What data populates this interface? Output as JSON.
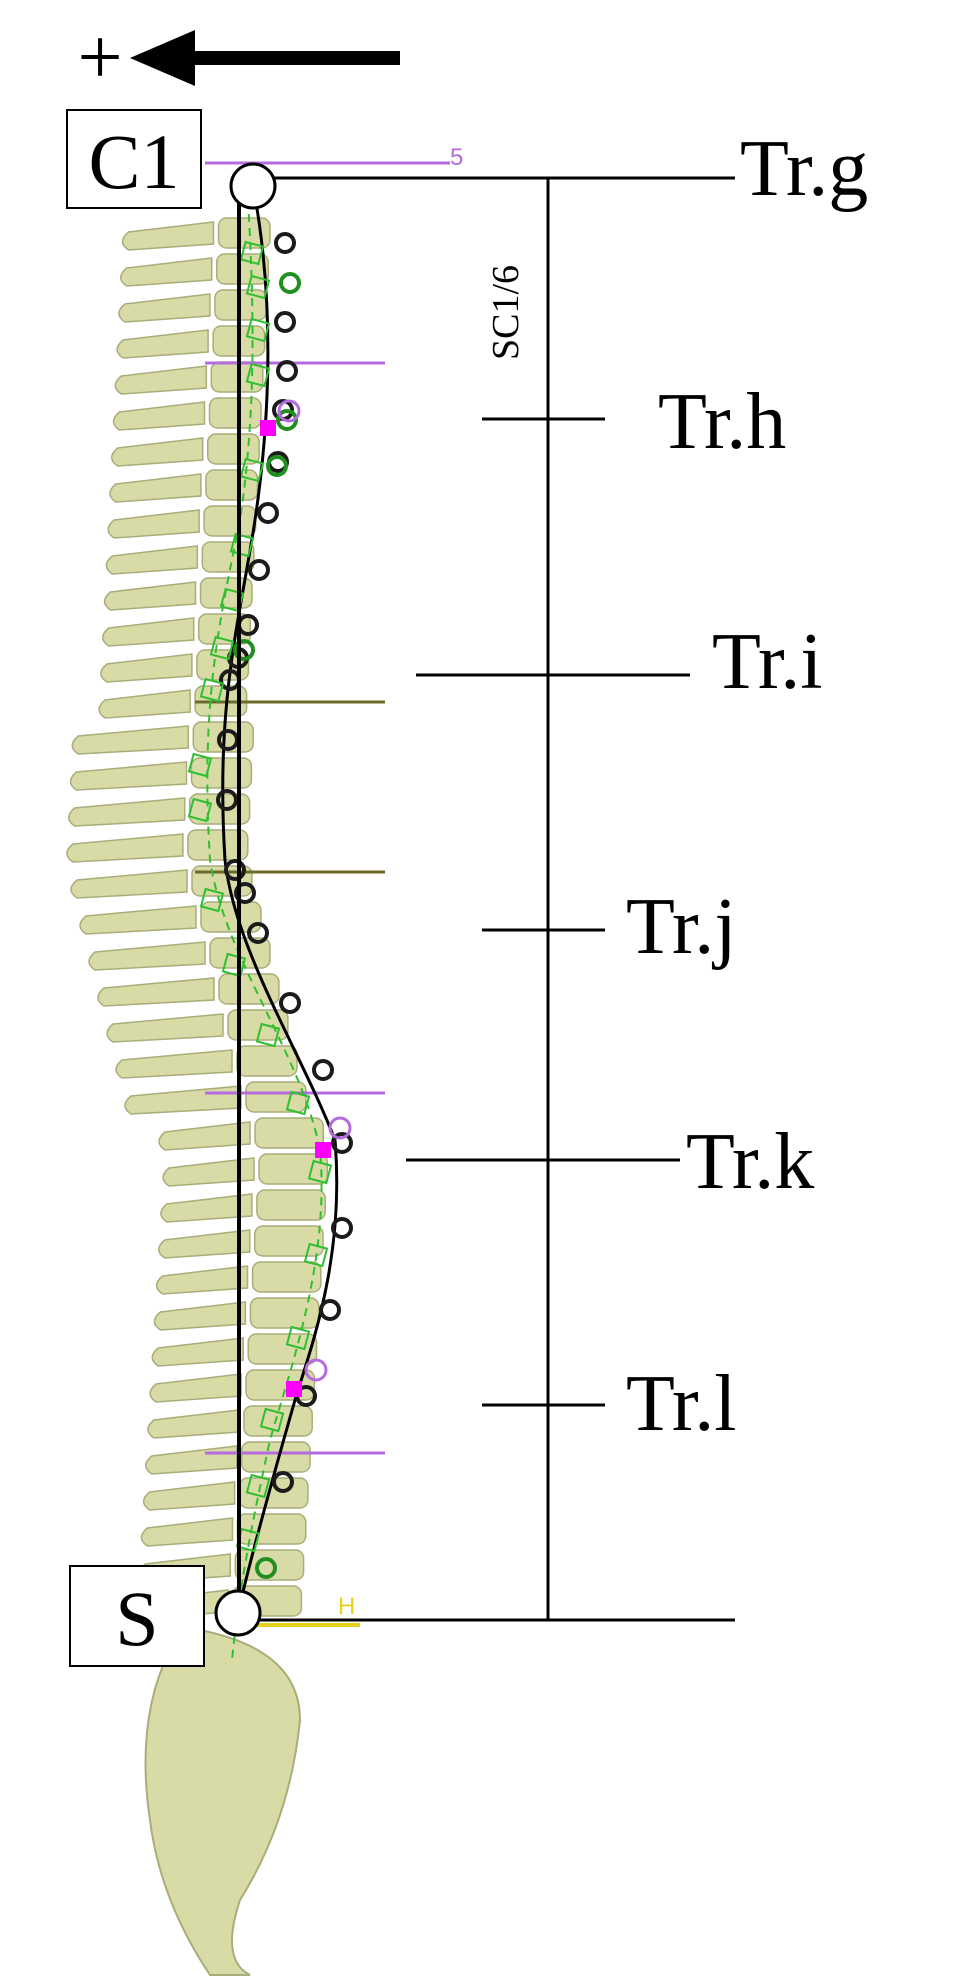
{
  "direction": {
    "sign": "+"
  },
  "endpoints": {
    "top": "C1",
    "bottom": "S"
  },
  "scale_label": "SC1/6",
  "transverse_levels": [
    "Tr.g",
    "Tr.h",
    "Tr.i",
    "Tr.j",
    "Tr.k",
    "Tr.l"
  ],
  "marker_labels": {
    "top_number": "5",
    "bottom_letter": "H"
  },
  "colors": {
    "bone": "#d8dba6",
    "bone_shadow": "#a9ad7a",
    "plumb_line": "#000000",
    "curve_green": "#2fbf2f",
    "ring_green": "#1f8f1f",
    "ring_dark": "#1b1b1b",
    "magenta": "#ff00ff",
    "purple": "#b46be0",
    "olive": "#6b6a2a",
    "yellow": "#e6d21b"
  }
}
